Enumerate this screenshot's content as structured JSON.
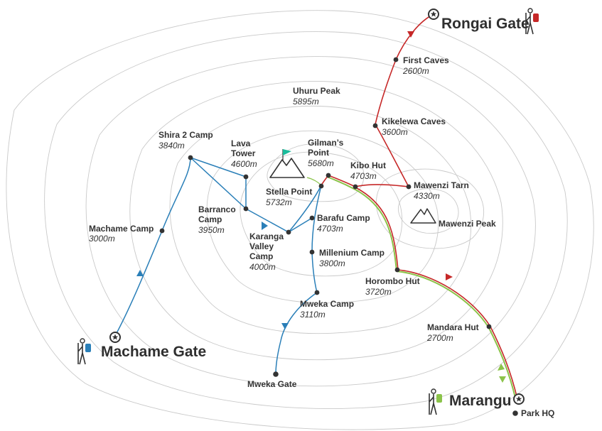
{
  "colors": {
    "red_route": "#c62828",
    "green_route": "#8bc34a",
    "blue_route": "#2a7fb8",
    "point": "#333333",
    "contour": "#c9c9c9",
    "flag": "#1abc9c"
  },
  "gates": {
    "rongai": "Rongai Gate",
    "machame": "Machame Gate",
    "marangu": "Marangu"
  },
  "peaks": {
    "uhuru": {
      "name": "Uhuru Peak",
      "alt": "5895m"
    },
    "mawenzi": {
      "name": "Mawenzi Peak"
    }
  },
  "camps": {
    "first_caves": {
      "name": "First Caves",
      "alt": "2600m"
    },
    "kikelewa": {
      "name": "Kikelewa Caves",
      "alt": "3600m"
    },
    "gilmans": {
      "line1": "Gilman’s",
      "line2": "Point",
      "alt": "5680m"
    },
    "kibo": {
      "name": "Kibo Hut",
      "alt": "4703m"
    },
    "mawenzi_tarn": {
      "name": "Mawenzi Tarn",
      "alt": "4330m"
    },
    "stella": {
      "name": "Stella Point",
      "alt": "5732m"
    },
    "shira2": {
      "name": "Shira 2 Camp",
      "alt": "3840m"
    },
    "lava": {
      "line1": "Lava",
      "line2": "Tower",
      "alt": "4600m"
    },
    "barranco": {
      "line1": "Barranco",
      "line2": "Camp",
      "alt": "3950m"
    },
    "barafu": {
      "name": "Barafu Camp",
      "alt": "4703m"
    },
    "karanga": {
      "line1": "Karanga",
      "line2": "Valley",
      "line3": "Camp",
      "alt": "4000m"
    },
    "millenium": {
      "name": "Millenium Camp",
      "alt": "3800m"
    },
    "machame_camp": {
      "name": "Machame Camp",
      "alt": "3000m"
    },
    "horombo": {
      "name": "Horombo Hut",
      "alt": "3720m"
    },
    "mweka_camp": {
      "name": "Mweka Camp",
      "alt": "3110m"
    },
    "mandara": {
      "name": "Mandara Hut",
      "alt": "2700m"
    },
    "mweka_gate": {
      "name": "Mweka Gate"
    },
    "park_hq": {
      "name": "Park HQ"
    }
  }
}
